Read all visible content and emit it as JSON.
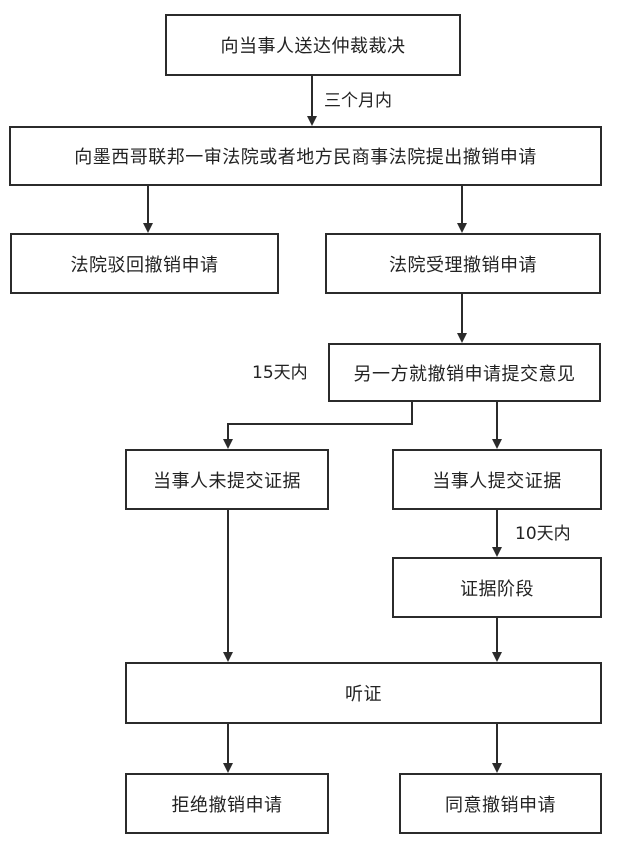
{
  "diagram": {
    "nodes": {
      "serve_award": "向当事人送达仲裁裁决",
      "file_annulment": "向墨西哥联邦一审法院或者地方民商事法院提出撤销申请",
      "court_rejects": "法院驳回撤销申请",
      "court_accepts": "法院受理撤销申请",
      "other_party_opinion": "另一方就撤销申请提交意见",
      "no_evidence": "当事人未提交证据",
      "evidence_submitted": "当事人提交证据",
      "evidence_stage": "证据阶段",
      "hearing": "听证",
      "deny_annulment": "拒绝撤销申请",
      "grant_annulment": "同意撤销申请"
    },
    "edge_labels": {
      "three_months": "三个月内",
      "fifteen_days": "15天内",
      "ten_days": "10天内"
    },
    "colors": {
      "stroke": "#2b2b2b",
      "background": "#ffffff"
    }
  }
}
